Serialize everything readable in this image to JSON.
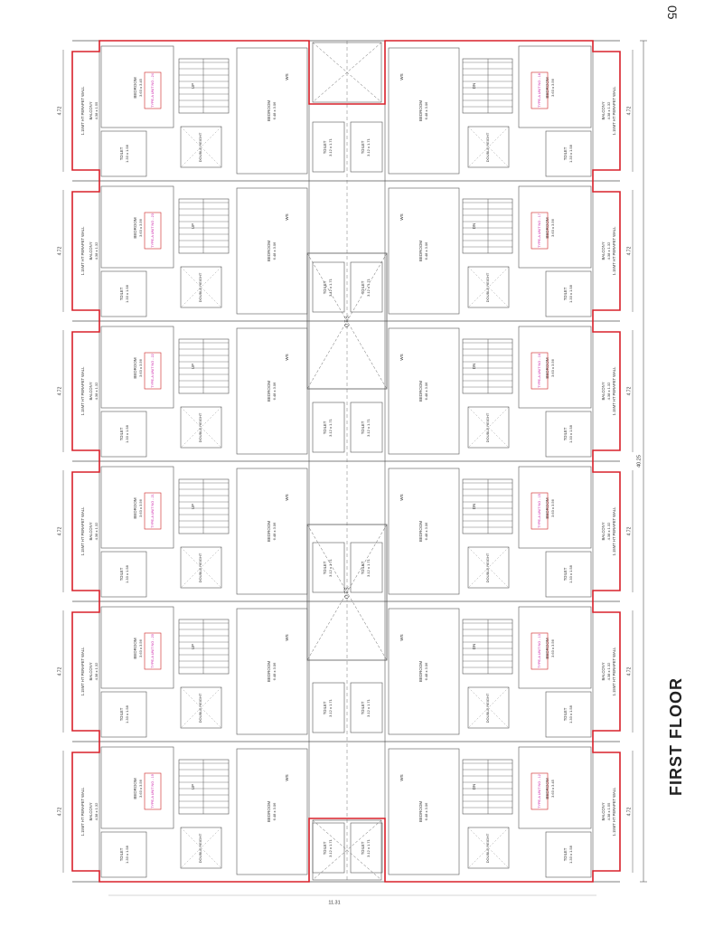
{
  "page": {
    "number": "05",
    "floor_title": "FIRST FLOOR"
  },
  "dims": {
    "overall": "40.25",
    "side": "11.31"
  },
  "colors": {
    "outline": "#d8202a",
    "line": "#555555",
    "text": "#333333",
    "tag_red": "#cc2222",
    "tag_magenta": "#cc22aa"
  },
  "labels": {
    "balcony": "BALCONY",
    "parapet": "1.15MT HT PERAPET WALL",
    "bedroom": "BEDROOM",
    "toilet": "TOILET",
    "double_height": "DOUBLE HEIGHT",
    "up": "UP",
    "dn": "DN",
    "ws": "WS",
    "otc": "O.T.S."
  },
  "units": {
    "top": [
      {
        "width": "4.72",
        "balcony_size": "4.38 x 1.55",
        "bedroom_size": "3.63 x 3.45",
        "toilet_size": "1.33 x 1.58",
        "type": "TYPE-A UNIT NO - 24"
      },
      {
        "width": "4.72",
        "balcony_size": "4.38 x 1.32",
        "bedroom_size": "3.63 x 3.56",
        "toilet_size": "1.33 x 1.58",
        "type": "TYPE-A UNIT NO - 23"
      },
      {
        "width": "4.72",
        "balcony_size": "4.38 x 1.32",
        "bedroom_size": "3.63 x 3.56",
        "toilet_size": "1.33 x 1.58",
        "type": "TYPE-A UNIT NO - 22"
      },
      {
        "width": "4.72",
        "balcony_size": "4.38 x 1.32",
        "bedroom_size": "3.63 x 3.56",
        "toilet_size": "1.33 x 1.58",
        "type": "TYPE-A UNIT NO - 21"
      },
      {
        "width": "4.72",
        "balcony_size": "4.38 x 1.32",
        "bedroom_size": "3.63 x 3.56",
        "toilet_size": "1.33 x 1.58",
        "type": "TYPE-A UNIT NO - 20"
      },
      {
        "width": "4.72",
        "balcony_size": "4.38 x 1.32",
        "bedroom_size": "3.63 x 3.56",
        "toilet_size": "1.33 x 1.58",
        "type": "TYPE-A UNIT NO - 19"
      }
    ],
    "bottom": [
      {
        "width": "4.72",
        "balcony_size": "4.38 x 1.55",
        "bedroom_size": "3.63 x 3.45",
        "toilet_size": "1.33 x 1.58",
        "type": "TYPE-A UNIT NO - 12"
      },
      {
        "width": "4.72",
        "balcony_size": "4.38 x 1.32",
        "bedroom_size": "3.63 x 3.56",
        "toilet_size": "1.33 x 1.58",
        "type": "TYPE-A UNIT NO - 13"
      },
      {
        "width": "4.72",
        "balcony_size": "4.38 x 1.32",
        "bedroom_size": "3.63 x 3.56",
        "toilet_size": "1.33 x 1.58",
        "type": "TYPE-A UNIT NO - 15"
      },
      {
        "width": "4.72",
        "balcony_size": "4.38 x 1.32",
        "bedroom_size": "3.63 x 3.56",
        "toilet_size": "1.33 x 1.58",
        "type": "TYPE-A UNIT NO - 16"
      },
      {
        "width": "4.72",
        "balcony_size": "4.38 x 1.32",
        "bedroom_size": "3.63 x 3.56",
        "toilet_size": "1.33 x 1.58",
        "type": "TYPE-A UNIT NO - 17"
      },
      {
        "width": "4.72",
        "balcony_size": "4.38 x 1.32",
        "bedroom_size": "3.63 x 3.56",
        "toilet_size": "1.33 x 1.58",
        "type": "TYPE-A UNIT NO - 18"
      }
    ]
  },
  "center": {
    "bedroom_size": "6.48 x 3.06",
    "toilet_size": "3.12 x 1.71"
  }
}
